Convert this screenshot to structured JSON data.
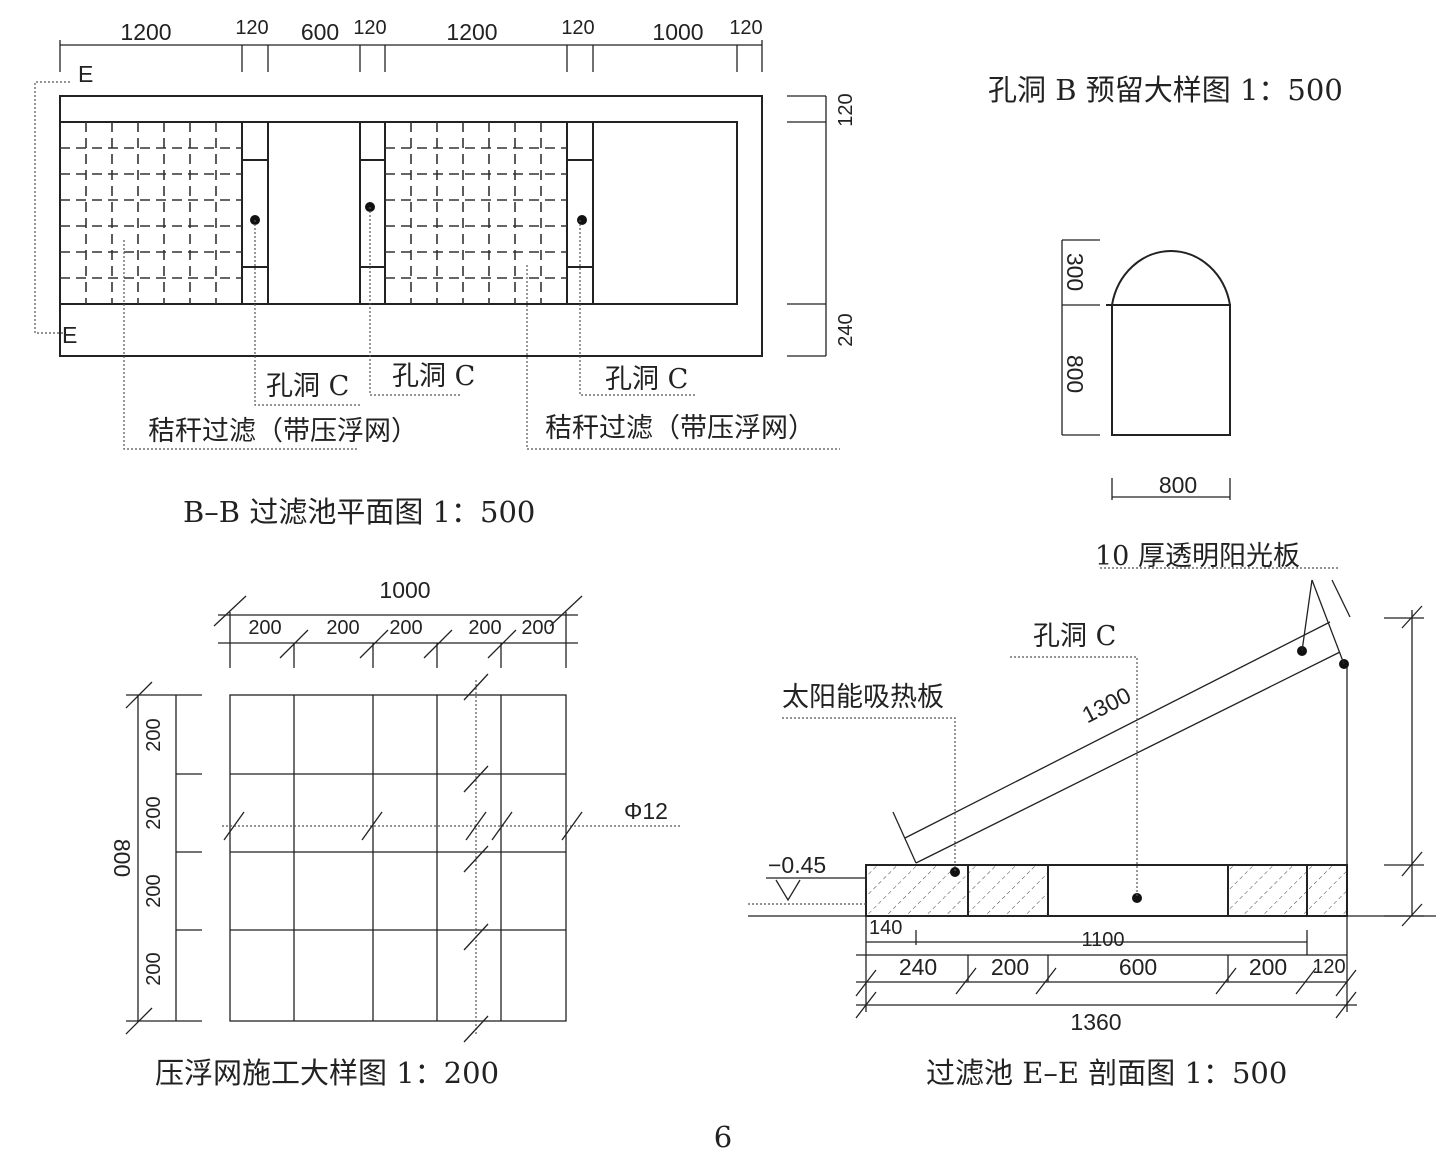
{
  "plan": {
    "caption": "B–B 过滤池平面图  1：500",
    "top_dims": [
      "1200",
      "120",
      "600",
      "120",
      "1200",
      "120",
      "1000",
      "120"
    ],
    "right_dims": [
      "120",
      "240"
    ],
    "section_mark": "E",
    "hole_label": "孔洞 C",
    "straw_label": "秸秆过滤（带压浮网）"
  },
  "hole_b": {
    "title": "孔洞 B 预留大样图  1：500",
    "dim_arch": "300",
    "dim_body": "800",
    "dim_width": "800"
  },
  "net": {
    "caption": "压浮网施工大样图 1：200",
    "total_width": "1000",
    "col_dims": [
      "200",
      "200",
      "200",
      "200",
      "200"
    ],
    "row_dims": [
      "200",
      "200",
      "200",
      "200"
    ],
    "total_height": "800",
    "bar_label": "Φ12"
  },
  "section": {
    "caption": "过滤池 E–E 剖面图   1：500",
    "panel_label": "10 厚透明阳光板",
    "hole_label": "孔洞 C",
    "absorber_label": "太阳能吸热板",
    "slope_length": "1300",
    "level": "−0.45",
    "dims_row1": [
      "140",
      "1100"
    ],
    "dims_row2": [
      "240",
      "200",
      "600",
      "200",
      "120"
    ],
    "total": "1360"
  },
  "page_number": "6"
}
